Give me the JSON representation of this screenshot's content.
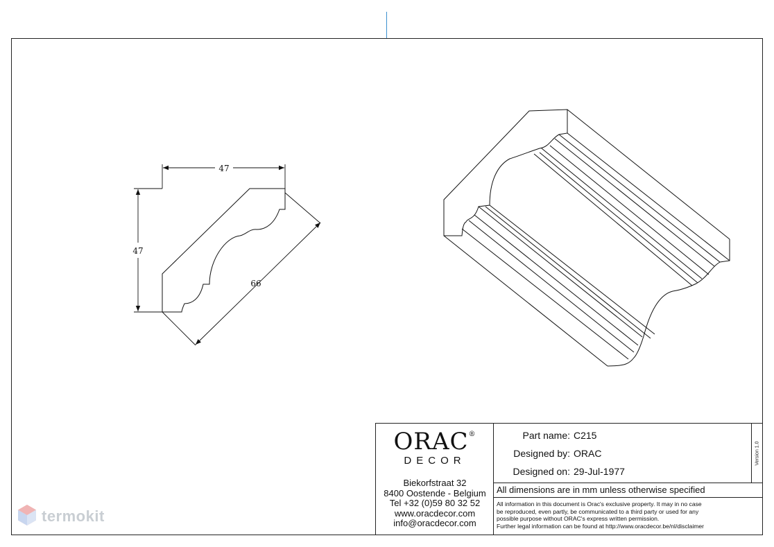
{
  "drawing": {
    "dim_width": "47",
    "dim_height": "47",
    "dim_diagonal": "66"
  },
  "title_block": {
    "logo_name": "ORAC",
    "logo_sub": "DECOR",
    "logo_reg": "®",
    "address_lines": [
      "Biekorfstraat 32",
      "8400 Oostende - Belgium",
      "Tel  +32 (0)59 80 32 52",
      "www.oracdecor.com",
      "info@oracdecor.com"
    ],
    "part_name_label": "Part name:",
    "part_name_value": "C215",
    "designed_by_label": "Designed by:",
    "designed_by_value": "ORAC",
    "designed_on_label": "Designed on:",
    "designed_on_value": "29-Jul-1977",
    "version": "Version 1.0",
    "dimensions_note": "All dimensions are in mm unless otherwise specified",
    "legal_lines": [
      "All information in this document is Orac's exclusive property.  It may in no case",
      "be reproduced, even partly, be communicated to a third party or used for any",
      "possible purpose without ORAC's express written permission.",
      "Further legal information can be found at http://www.oracdecor.be/nl/disclaimer"
    ]
  },
  "watermark": {
    "text": "termokit",
    "icon": "hexagon-cube-icon"
  }
}
